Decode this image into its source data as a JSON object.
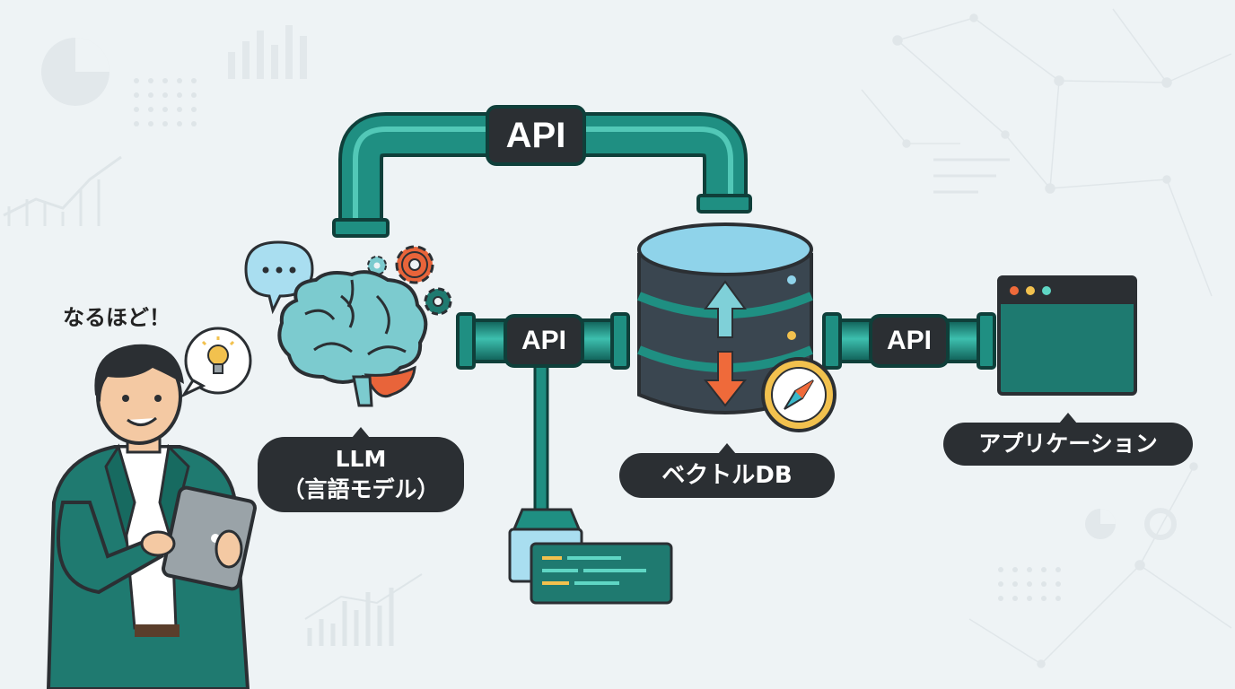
{
  "labels": {
    "llm_line1": "LLM",
    "llm_line2": "（言語モデル）",
    "vector_db": "ベクトルDB",
    "application": "アプリケーション",
    "speech": "なるほど！"
  },
  "api_tags": {
    "top": "API",
    "left": "API",
    "right": "API"
  },
  "icons": {
    "brain": "brain-icon",
    "gears": "gear-icon",
    "database": "database-icon",
    "compass": "compass-icon",
    "app_window": "app-window-icon",
    "bulb": "lightbulb-icon",
    "chat": "chat-bubble-icon",
    "server": "server-icon",
    "terminal": "terminal-icon",
    "person": "person-icon"
  },
  "colors": {
    "background": "#eef3f5",
    "pipe": "#1f8f82",
    "pipe_dark": "#0f3f3a",
    "label_bg": "#2b2f33",
    "db_body": "#3a4650",
    "db_top": "#8fd3ea",
    "arrow_up": "#7fd0d8",
    "arrow_down": "#ef6a3a",
    "app_window": "#1e7a70",
    "gear_orange": "#e8643a",
    "brain": "#7ccbcf"
  }
}
